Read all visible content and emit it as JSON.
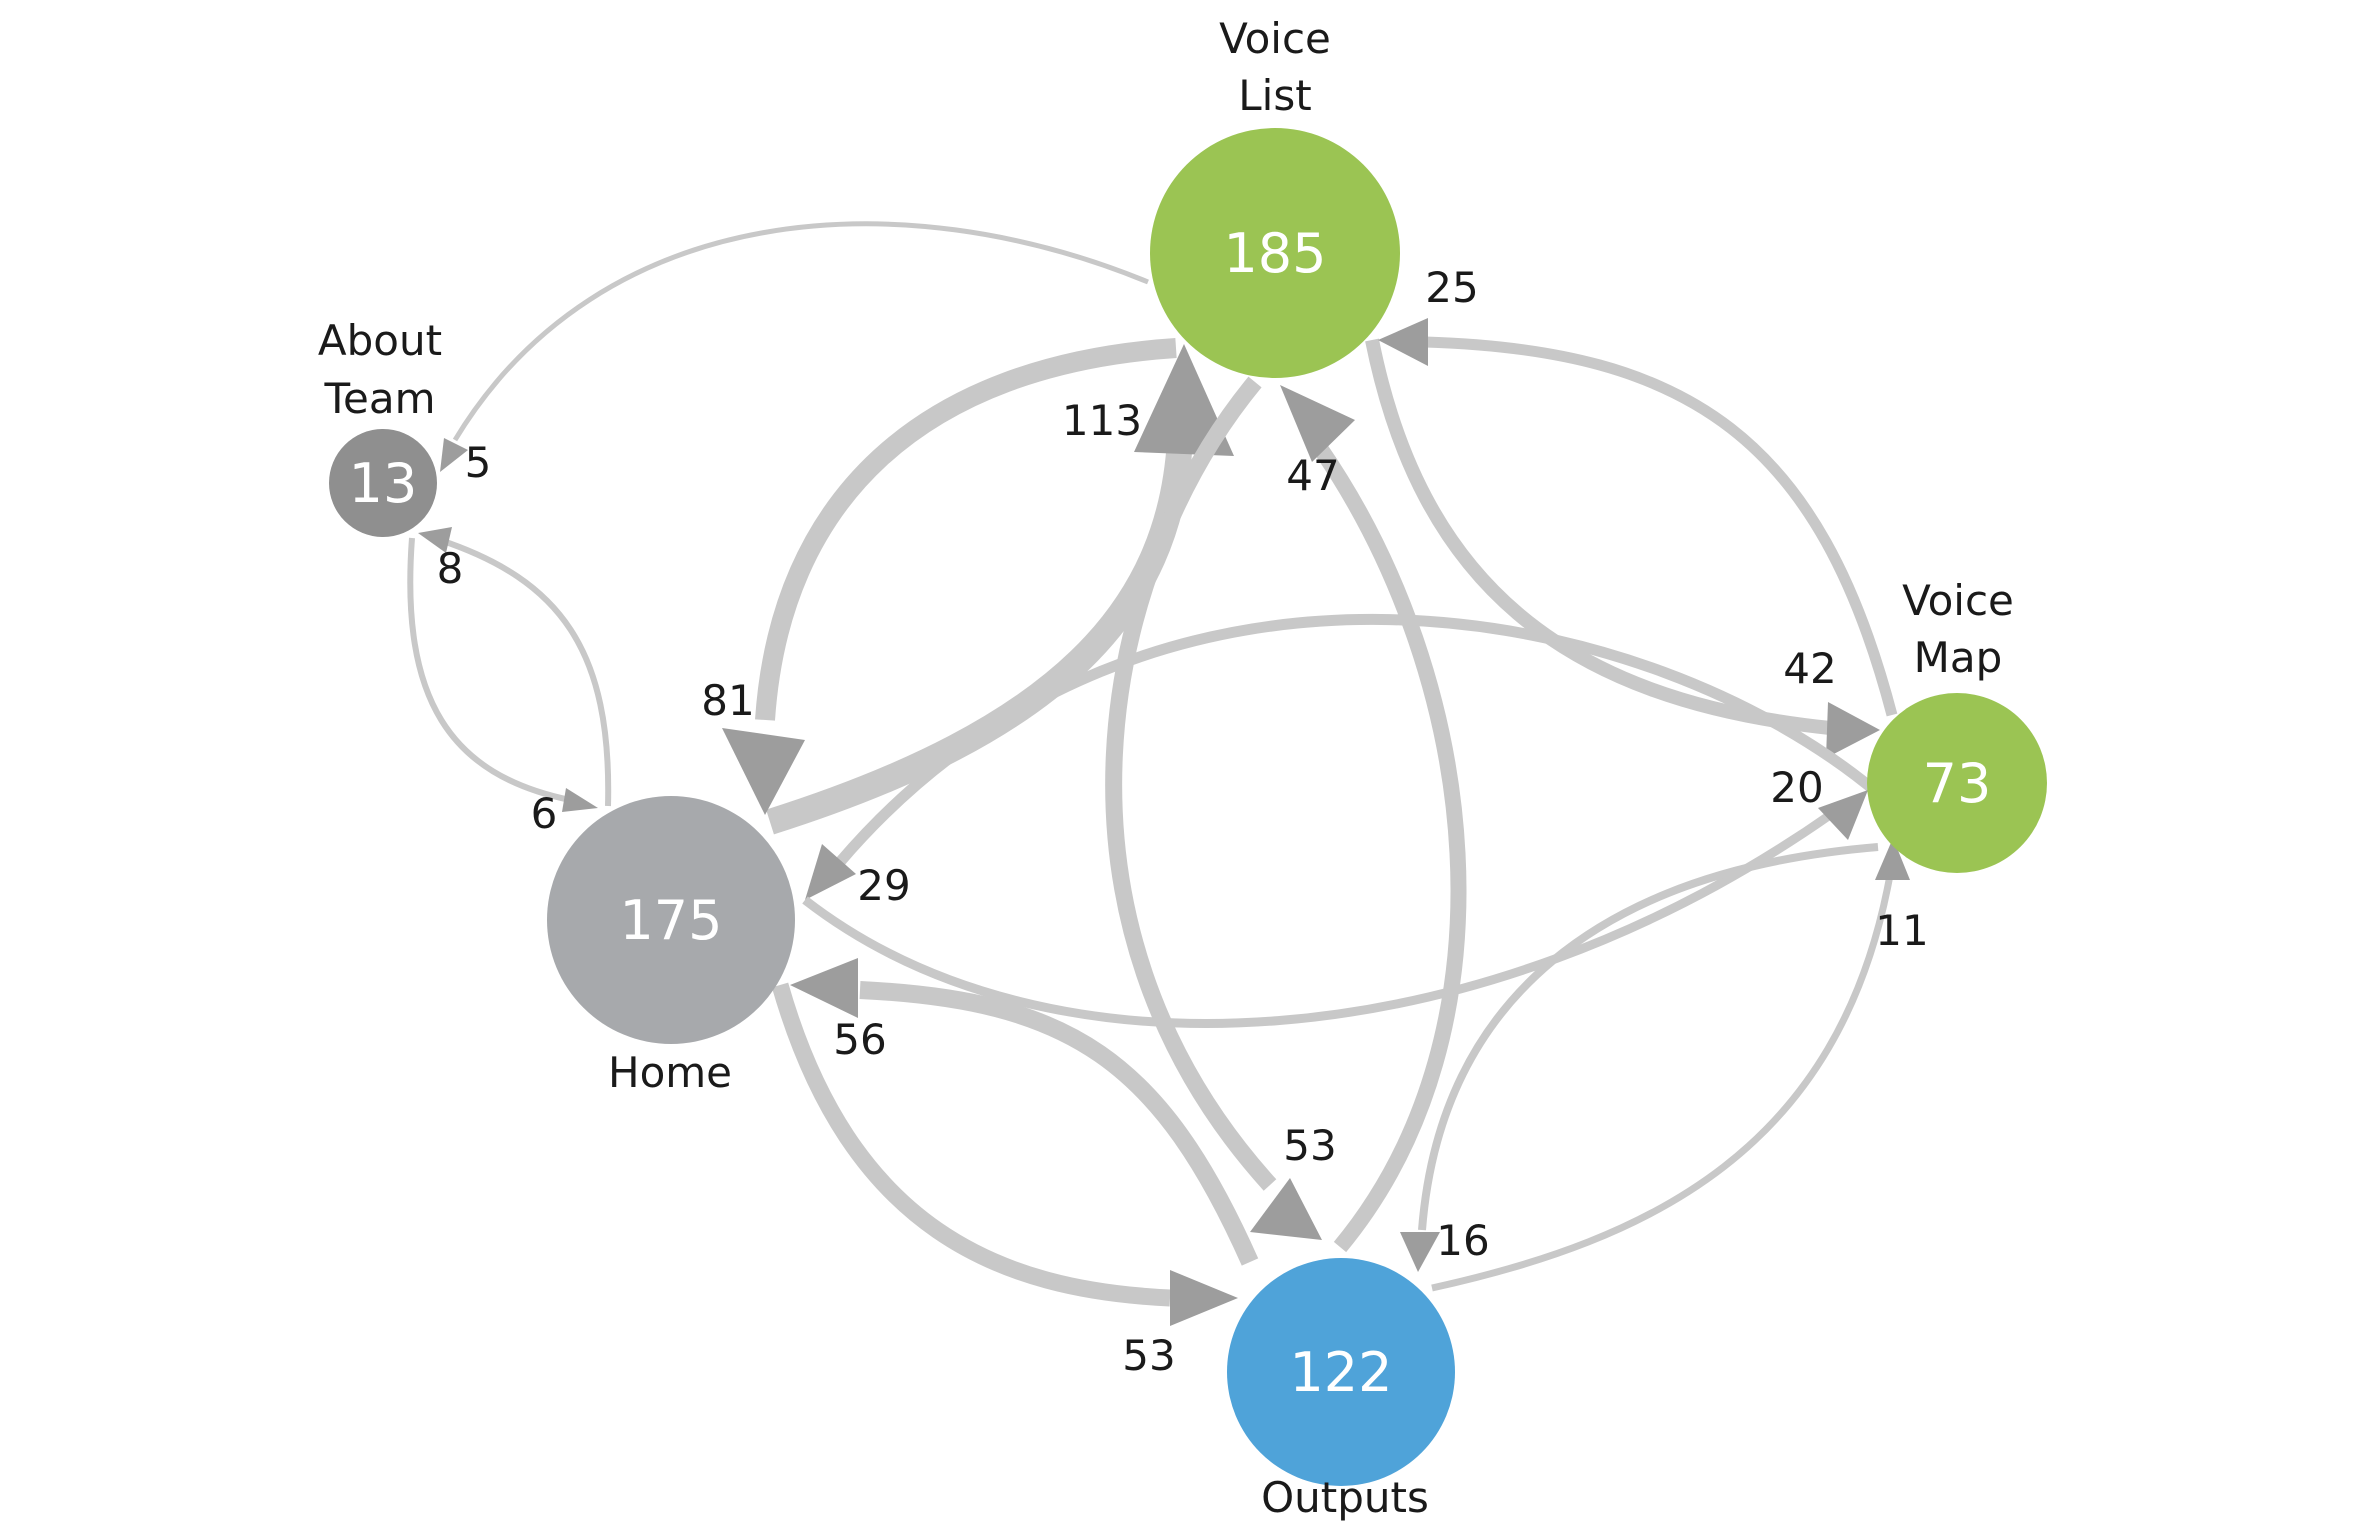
{
  "colors": {
    "edge": "#c8c8c8",
    "arrowhead": "#9d9d9d",
    "node_gray": "#a7a9ac",
    "node_gray_small": "#8f8f8f",
    "node_green": "#9bc453",
    "node_blue": "#4fa3d9",
    "node_text": "#ffffff",
    "label_text": "#1a1a1a"
  },
  "nodes": {
    "voice_list": {
      "value": "185",
      "label_line1": "Voice",
      "label_line2": "List"
    },
    "about_team": {
      "value": "13",
      "label_line1": "About",
      "label_line2": "Team"
    },
    "voice_map": {
      "value": "73",
      "label_line1": "Voice",
      "label_line2": "Map"
    },
    "home": {
      "value": "175",
      "label": "Home"
    },
    "outputs": {
      "value": "122",
      "label": "Outputs"
    }
  },
  "edges": [
    {
      "id": "home_to_voice_list",
      "from": "Home",
      "to": "Voice List",
      "count": "113"
    },
    {
      "id": "voice_list_to_home",
      "from": "Voice List",
      "to": "Home",
      "count": "81"
    },
    {
      "id": "outputs_to_voice_list",
      "from": "Outputs",
      "to": "Voice List",
      "count": "47"
    },
    {
      "id": "voice_list_to_outputs",
      "from": "Voice List",
      "to": "Outputs",
      "count": "53"
    },
    {
      "id": "home_to_outputs",
      "from": "Home",
      "to": "Outputs",
      "count": "53"
    },
    {
      "id": "outputs_to_home",
      "from": "Outputs",
      "to": "Home",
      "count": "56"
    },
    {
      "id": "voice_list_to_voice_map",
      "from": "Voice List",
      "to": "Voice Map",
      "count": "42"
    },
    {
      "id": "voice_map_to_voice_list",
      "from": "Voice Map",
      "to": "Voice List",
      "count": "25"
    },
    {
      "id": "voice_map_to_home",
      "from": "Voice Map",
      "to": "Home",
      "count": "29"
    },
    {
      "id": "home_to_voice_map",
      "from": "Home",
      "to": "Voice Map",
      "count": "20"
    },
    {
      "id": "outputs_to_voice_map",
      "from": "Outputs",
      "to": "Voice Map",
      "count": "11"
    },
    {
      "id": "voice_map_to_outputs",
      "from": "Voice Map",
      "to": "Outputs",
      "count": "16"
    },
    {
      "id": "voice_list_to_about_team",
      "from": "Voice List",
      "to": "About Team",
      "count": "5"
    },
    {
      "id": "home_to_about_team",
      "from": "Home",
      "to": "About Team",
      "count": "8"
    },
    {
      "id": "about_team_to_home",
      "from": "About Team",
      "to": "Home",
      "count": "6"
    }
  ]
}
